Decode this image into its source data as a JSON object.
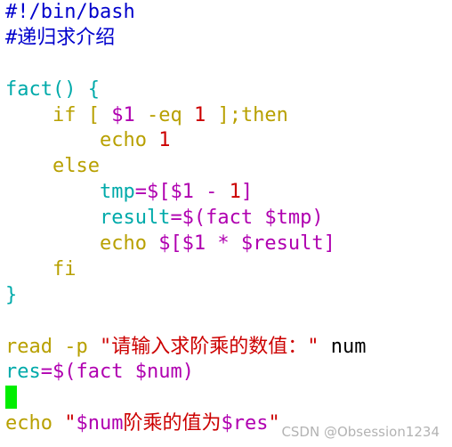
{
  "theme": {
    "background": "#ffffff",
    "comment": "#0000cc",
    "function_name": "#00aaaa",
    "brace": "#00aaaa",
    "keyword": "#b8a000",
    "variable": "#b000b0",
    "number": "#cc0000",
    "string": "#cc0000",
    "plain": "#000000",
    "cursor": "#00ee00"
  },
  "editor": {
    "lines": [
      [
        {
          "t": "#!/bin/bash",
          "c": "comment"
        }
      ],
      [
        {
          "t": "#递归求介绍",
          "c": "comment"
        }
      ],
      [],
      [
        {
          "t": "fact() {",
          "c": "function_name"
        }
      ],
      [
        {
          "t": "    if [ ",
          "c": "keyword"
        },
        {
          "t": "$1",
          "c": "variable"
        },
        {
          "t": " -eq ",
          "c": "keyword"
        },
        {
          "t": "1",
          "c": "number"
        },
        {
          "t": " ];then",
          "c": "keyword"
        }
      ],
      [
        {
          "t": "        echo ",
          "c": "keyword"
        },
        {
          "t": "1",
          "c": "number"
        }
      ],
      [
        {
          "t": "    else",
          "c": "keyword"
        }
      ],
      [
        {
          "t": "        tmp",
          "c": "function_name"
        },
        {
          "t": "=$[$1 - ",
          "c": "variable"
        },
        {
          "t": "1",
          "c": "number"
        },
        {
          "t": "]",
          "c": "variable"
        }
      ],
      [
        {
          "t": "        result",
          "c": "function_name"
        },
        {
          "t": "=$(fact $tmp)",
          "c": "variable"
        }
      ],
      [
        {
          "t": "        echo ",
          "c": "keyword"
        },
        {
          "t": "$[$1 * $result]",
          "c": "variable"
        }
      ],
      [
        {
          "t": "    fi",
          "c": "keyword"
        }
      ],
      [
        {
          "t": "}",
          "c": "brace"
        }
      ],
      [],
      [
        {
          "t": "read -p ",
          "c": "keyword"
        },
        {
          "t": "\"请输入求阶乘的数值：\"",
          "c": "string"
        },
        {
          "t": " num",
          "c": "plain"
        }
      ],
      [
        {
          "t": "res",
          "c": "function_name"
        },
        {
          "t": "=$(fact $num)",
          "c": "variable"
        }
      ],
      [
        {
          "cursor": true
        }
      ],
      [
        {
          "t": "echo ",
          "c": "keyword"
        },
        {
          "t": "\"",
          "c": "string"
        },
        {
          "t": "$num",
          "c": "variable"
        },
        {
          "t": "阶乘的值为",
          "c": "string"
        },
        {
          "t": "$res",
          "c": "variable"
        },
        {
          "t": "\"",
          "c": "string"
        }
      ]
    ]
  },
  "watermark": {
    "text": "CSDN @Obsession1234"
  }
}
